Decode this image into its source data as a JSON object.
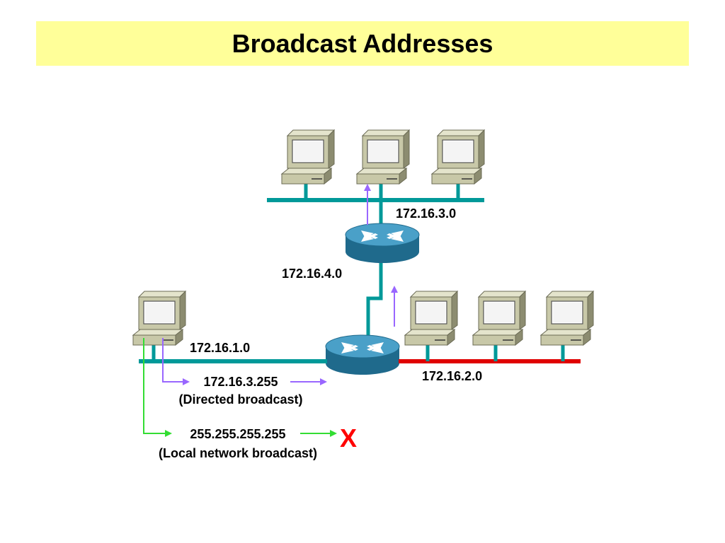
{
  "title": "Broadcast Addresses",
  "networks": {
    "net_3": "172.16.3.0",
    "net_4": "172.16.4.0",
    "net_1": "172.16.1.0",
    "net_2": "172.16.2.0"
  },
  "directed_broadcast": {
    "address": "172.16.3.255",
    "label": "(Directed broadcast)"
  },
  "local_broadcast": {
    "address": "255.255.255.255",
    "label": "(Local network broadcast)",
    "blocked_mark": "X"
  },
  "colors": {
    "title_bg": "#ffff99",
    "lan_teal": "#009999",
    "lan_red": "#e00000",
    "router_blue": "#2a7fa3",
    "pc_body": "#c8c8a8",
    "directed_arrow": "#9966ff",
    "local_arrow": "#33dd33",
    "blocked_x": "#ff0000"
  }
}
